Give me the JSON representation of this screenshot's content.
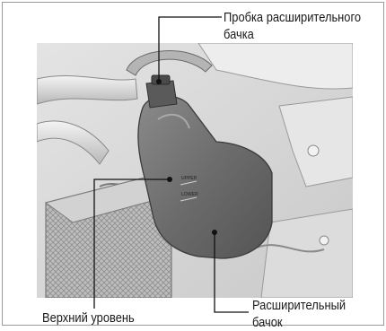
{
  "labels": {
    "cap_line1": "Пробка расширительного",
    "cap_line2": "бачка",
    "upper_level": "Верхний уровень",
    "tank_line1": "Расширительный",
    "tank_line2": "бачок"
  },
  "tank_markings": {
    "upper": "UPPER",
    "lower": "LOWER"
  },
  "colors": {
    "frame": "#9a9a9a",
    "leader_line": "#111111",
    "tank_fill": "#6e6e6e",
    "background_parts": "#d8d8d8"
  }
}
